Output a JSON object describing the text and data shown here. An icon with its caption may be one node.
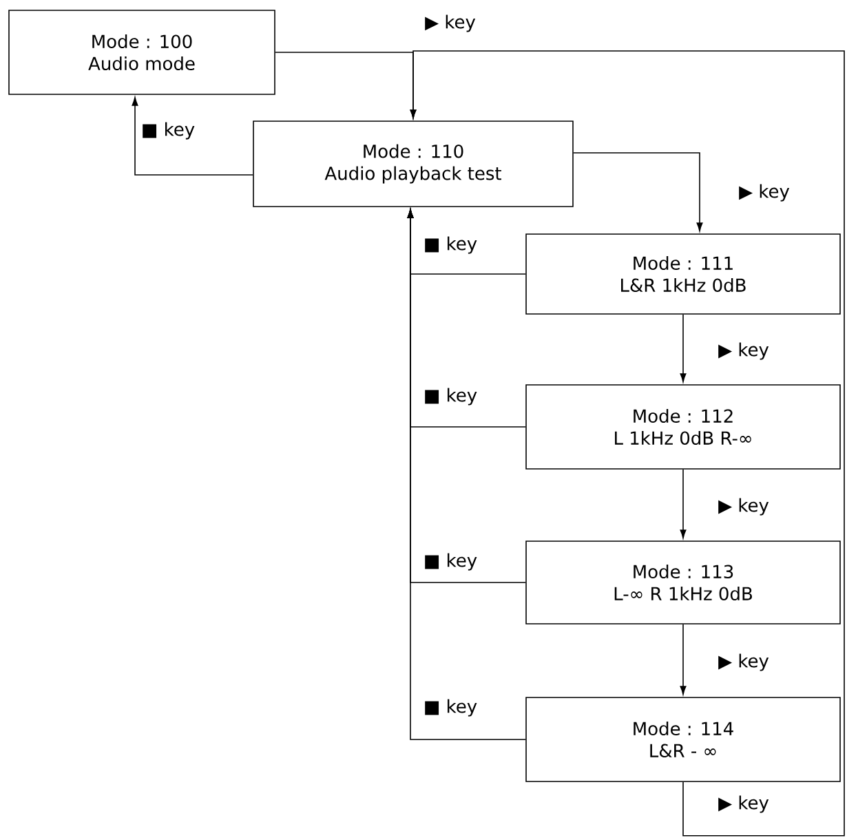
{
  "diagram": {
    "nodes": [
      {
        "text": [
          "Mode : 100",
          "Audio mode"
        ]
      },
      {
        "text": [
          "Mode : 110",
          "Audio playback test"
        ]
      },
      {
        "text": [
          "Mode : 111",
          "L&R 1kHz 0dB"
        ]
      },
      {
        "text": [
          "Mode : 112",
          "L 1kHz 0dB R-∞"
        ]
      },
      {
        "text": [
          "Mode : 113",
          "L-∞ R 1kHz 0dB"
        ]
      },
      {
        "text": [
          "Mode : 114",
          "L&R - ∞"
        ]
      }
    ],
    "edges": [
      {
        "from": 0,
        "to": 1,
        "arrow": "to",
        "label": "▶ key"
      },
      {
        "from": 1,
        "to": 0,
        "arrow": "to",
        "label": "■ key"
      },
      {
        "from": 1,
        "to": 2,
        "arrow": "to",
        "label": "▶ key"
      },
      {
        "from": 2,
        "to": 1,
        "arrow": "to",
        "label": "■ key"
      },
      {
        "from": 2,
        "to": 3,
        "arrow": "to",
        "label": "▶ key"
      },
      {
        "from": 3,
        "to": 1,
        "arrow": "to",
        "label": "■ key"
      },
      {
        "from": 3,
        "to": 4,
        "arrow": "to",
        "label": "▶ key"
      },
      {
        "from": 4,
        "to": 1,
        "arrow": "to",
        "label": "■ key"
      },
      {
        "from": 4,
        "to": 5,
        "arrow": "to",
        "label": "▶ key"
      },
      {
        "from": 5,
        "to": 1,
        "arrow": "to",
        "label": "■ key"
      },
      {
        "from": 5,
        "to": 1,
        "arrow": "to",
        "label": "▶ key"
      }
    ]
  }
}
